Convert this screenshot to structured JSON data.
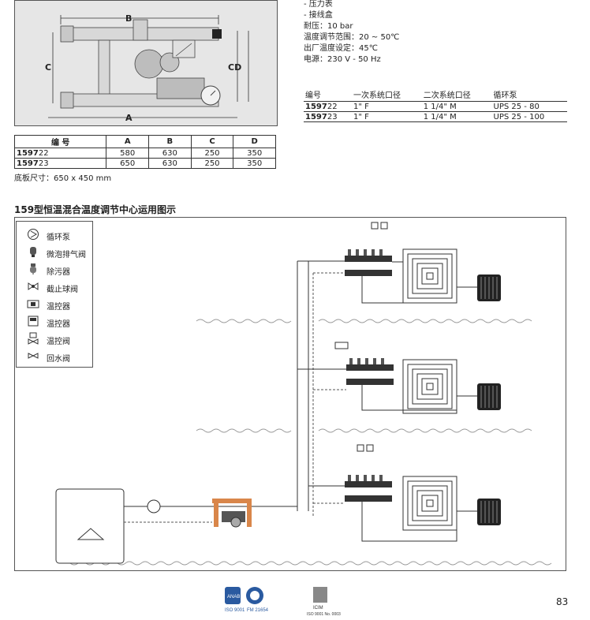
{
  "top_drawing": {
    "labels": {
      "a": "A",
      "b": "B",
      "c": "C",
      "cd": "CD"
    }
  },
  "spec_lines": [
    "- 压力表",
    "- 接线盒",
    "耐压：10 bar",
    "温度调节范围：20 ~ 50℃",
    "出厂温度设定：45℃",
    "电源：230 V - 50 Hz"
  ],
  "model_table": {
    "headers": [
      "编号",
      "一次系统口径",
      "二次系统口径",
      "循环泵"
    ],
    "rows": [
      {
        "code_bold": "1597",
        "code_rest": "22",
        "primary": "1\" F",
        "secondary": "1 1/4\" M",
        "pump": "UPS 25 -   80"
      },
      {
        "code_bold": "1597",
        "code_rest": "23",
        "primary": "1\" F",
        "secondary": "1 1/4\" M",
        "pump": "UPS 25 - 100"
      }
    ]
  },
  "dimension_table": {
    "headers": [
      "编 号",
      "A",
      "B",
      "C",
      "D"
    ],
    "rows": [
      {
        "code_bold": "1597",
        "code_rest": "22",
        "a": "580",
        "b": "630",
        "c": "250",
        "d": "350"
      },
      {
        "code_bold": "1597",
        "code_rest": "23",
        "a": "650",
        "b": "630",
        "c": "250",
        "d": "350"
      }
    ]
  },
  "plate_size": "底板尺寸：650 x 450 mm",
  "section_title": "159型恒温混合温度调节中心运用图示",
  "legend": [
    {
      "icon": "pump-icon",
      "label": "循环泵"
    },
    {
      "icon": "air-vent-icon",
      "label": "微泡排气阀"
    },
    {
      "icon": "dirt-separator-icon",
      "label": "除污器"
    },
    {
      "icon": "ball-valve-icon",
      "label": "截止球阀"
    },
    {
      "icon": "thermostat-icon",
      "label": "温控器"
    },
    {
      "icon": "temperature-controller-icon",
      "label": "温控器"
    },
    {
      "icon": "thermostatic-valve-icon",
      "label": "温控阀"
    },
    {
      "icon": "check-valve-icon",
      "label": "回水阀"
    }
  ],
  "page_number": "83",
  "certifications": {
    "left_logo": "ANAB",
    "left_caption_1": "ISO 9001",
    "left_caption_2": "FM 21654",
    "right_logo": "ICIM",
    "right_caption": "ISO 9001 No. 0003"
  },
  "colors": {
    "copper": "#d9864a",
    "border": "#555555",
    "drawing_bg": "#e6e6e6"
  }
}
